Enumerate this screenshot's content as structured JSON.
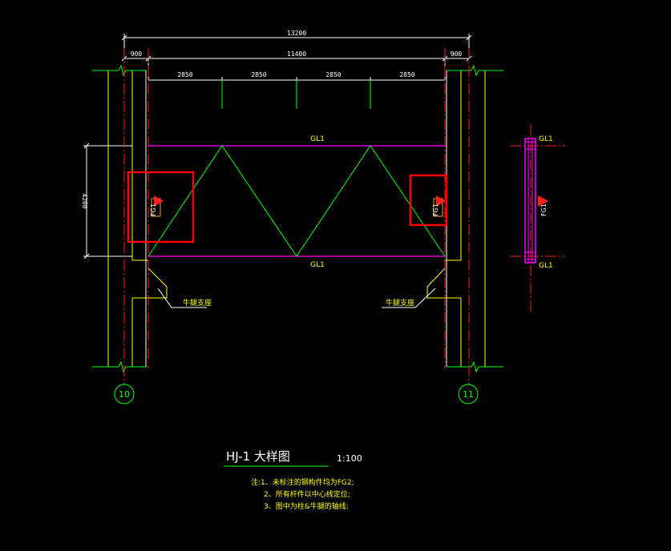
{
  "dims": {
    "total": "13200",
    "left_offset": "900",
    "inner": "11400",
    "right_offset": "900",
    "bays": [
      "2850",
      "2850",
      "2850",
      "2850"
    ],
    "height": "4200"
  },
  "members": {
    "top_chord": "GL1",
    "bottom_chord": "GL1",
    "side_top": "GL1",
    "side_bottom": "GL1"
  },
  "supports": {
    "left": "牛腿支座",
    "right": "牛腿支座"
  },
  "flags": {
    "left": "FG1",
    "right": "FG1",
    "side": "FG1"
  },
  "axes": {
    "left": "10",
    "right": "11"
  },
  "title": {
    "text": "HJ-1  大样图",
    "scale": "1:100"
  },
  "notes": [
    "注:1、未标注的钢构件均为FG2;",
    "2、所有杆件以中心线定位;",
    "3、图中为柱&牛腿的轴线;"
  ],
  "colors": {
    "background": "#000000",
    "column": "#ffffff",
    "wall": "#ffff00",
    "axis_line": "#ff2020",
    "chord": "#ff00ff",
    "web": "#00ff00",
    "highlight": "#ff0000"
  }
}
